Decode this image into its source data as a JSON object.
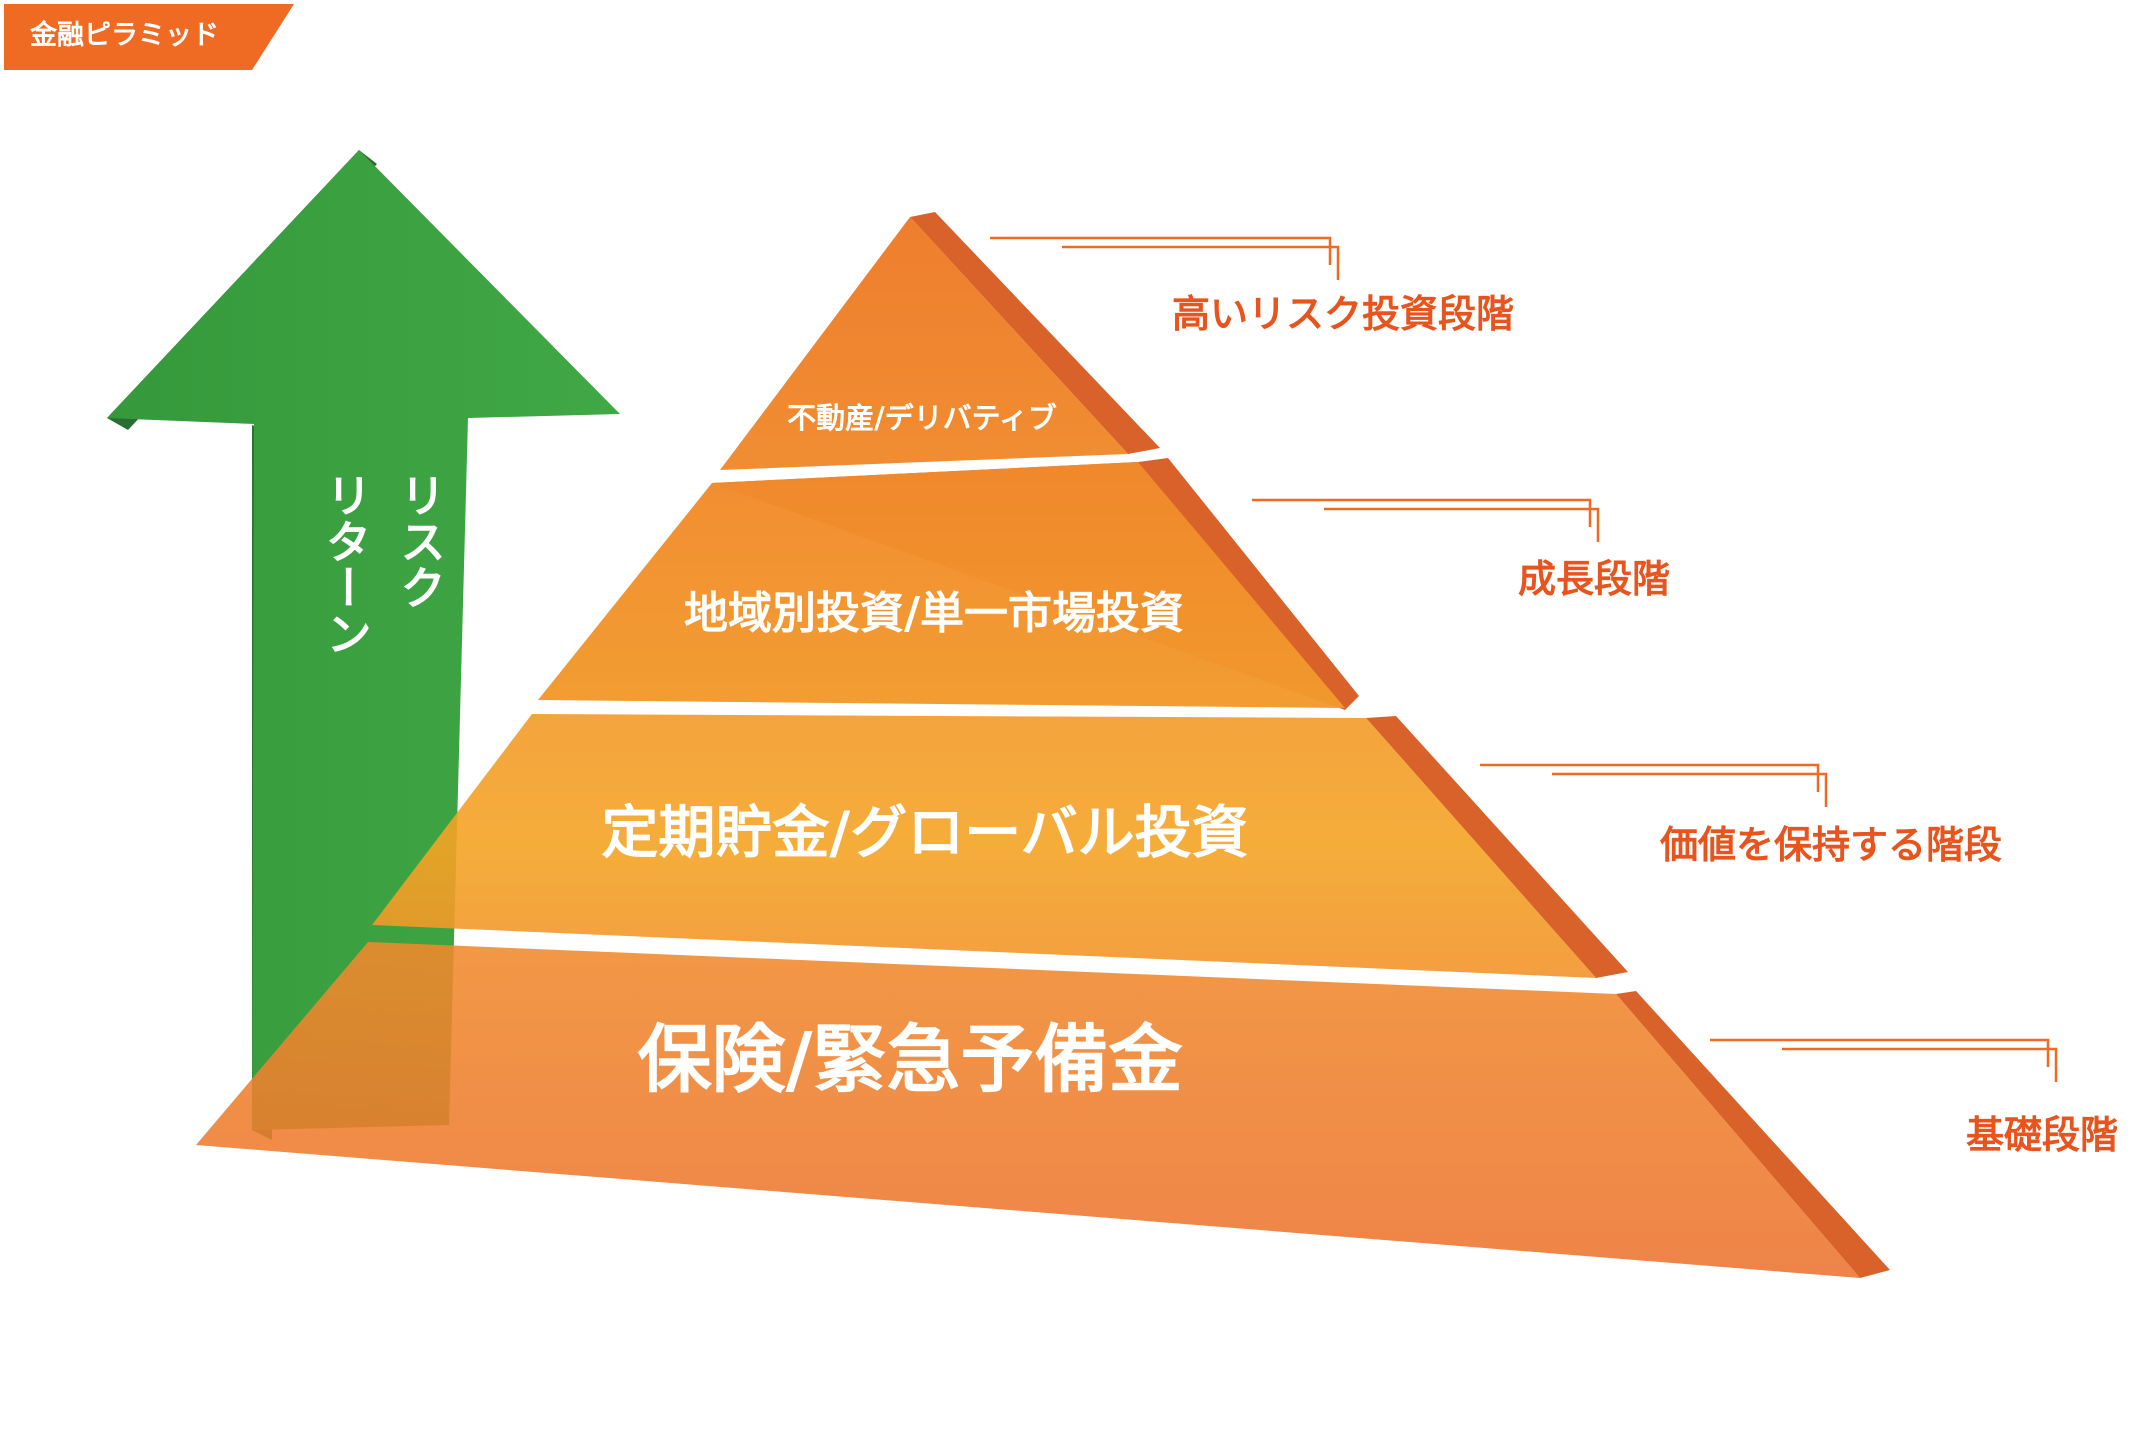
{
  "header": {
    "tag_label": "金融ピラミッド"
  },
  "arrow": {
    "label_col1": "リスク",
    "label_col2": "リターン"
  },
  "pyramid": {
    "tiers": [
      {
        "label": "不動産/デリバティブ",
        "stage": "高いリスク投資段階"
      },
      {
        "label": "地域別投資/単一市場投資",
        "stage": "成長段階"
      },
      {
        "label": "定期貯金/グローバル投資",
        "stage": "価値を保持する階段"
      },
      {
        "label": "保険/緊急予備金",
        "stage": "基礎段階"
      }
    ]
  },
  "colors": {
    "tag": "#ef6a23",
    "tier_fill": "#f08a2c",
    "tier_side": "#d9622b",
    "stage_text": "#e8541e",
    "leader_line": "#ef6a23",
    "arrow_fill": "#3aa041",
    "arrow_side": "#2a6d33"
  }
}
